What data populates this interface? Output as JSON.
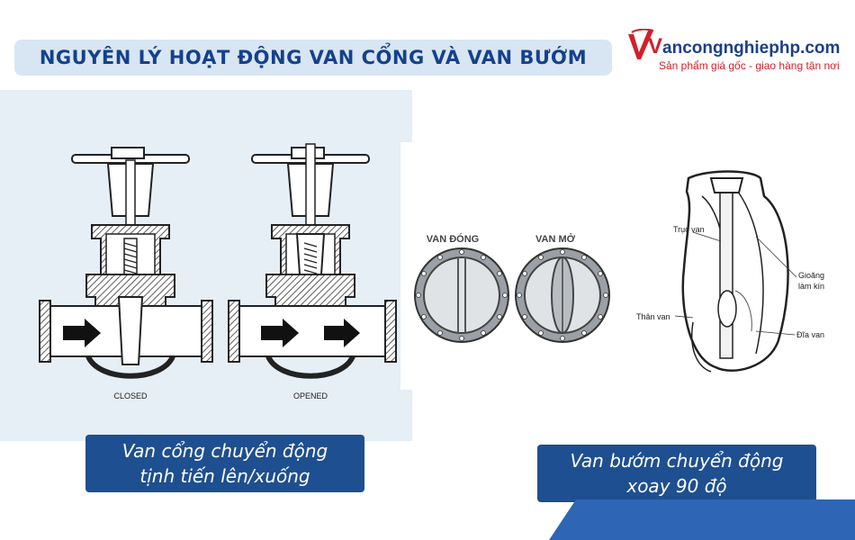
{
  "title": "NGUYÊN LÝ HOẠT ĐỘNG VAN CỔNG VÀ VAN BƯỚM",
  "logo": {
    "brand_v": "V",
    "brand_rest": "ancongnghiephp.com",
    "tagline": "Sản phẩm giá gốc - giao hàng tận nơi"
  },
  "gate_valve": {
    "closed_label": "CLOSED",
    "opened_label": "OPENED",
    "caption_line1": "Van cổng chuyển động",
    "caption_line2": "tịnh tiến lên/xuống"
  },
  "butterfly_valve": {
    "closed_label": "VAN ĐÓNG",
    "open_label": "VAN MỞ",
    "parts": {
      "stem": "Trục van",
      "gasket_line1": "Gioăng",
      "gasket_line2": "làm kín",
      "body": "Thân van",
      "disc": "Đĩa van"
    },
    "caption_line1": "Van bướm chuyển động",
    "caption_line2": "xoay 90 độ"
  },
  "colors": {
    "title_text": "#15418c",
    "title_bg": "#d8e6f3",
    "caption_bg": "#1e4f90",
    "panel_bg": "#e6eef6",
    "logo_red": "#d1202a"
  }
}
